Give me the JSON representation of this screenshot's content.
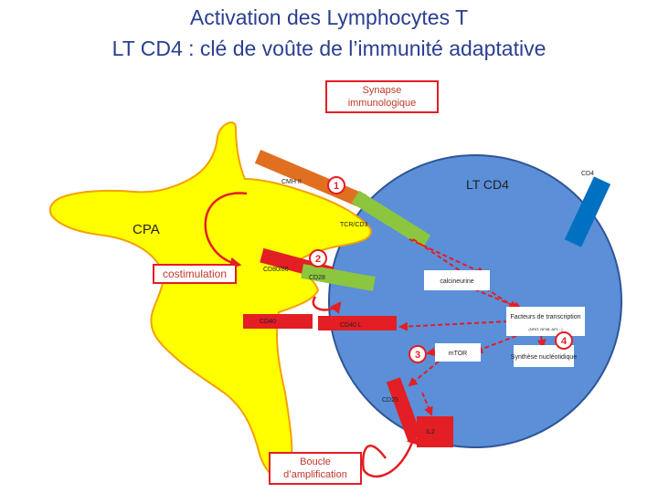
{
  "title": {
    "line1": "Activation des Lymphocytes T",
    "line2": "LT CD4 : clé de voûte de l’immunité adaptative"
  },
  "boxes": {
    "synapse": "Synapse immunologique",
    "costimulation": "costimulation",
    "boucle": "Boucle d’amplification"
  },
  "cells": {
    "cpa": "CPA",
    "lt": "LT CD4",
    "cd4": "CD4"
  },
  "molecules": {
    "cmh": "CMH II",
    "tcr": "TCR/CD3",
    "cd80": "CD80/86",
    "cd28": "CD28",
    "cd40": "CD40",
    "cd40l": "CD40 L",
    "cd25": "CD25",
    "il2": "IL2"
  },
  "pathway": {
    "calcineurine": "calcineurine",
    "facteurs": "Facteurs de transcription",
    "facteurs_sub": "(NFAT, NFkB, AP1...)",
    "mtor": "mTOR",
    "synthese": "Synthèse nucléotidique"
  },
  "steps": [
    "1",
    "2",
    "3",
    "4"
  ],
  "colors": {
    "title": "#2a3f8f",
    "cpa_fill": "#ffff00",
    "cpa_stroke": "#f5a000",
    "lt_fill": "#5b8fd8",
    "lt_stroke": "#2f5597",
    "arrow": "#e31e24",
    "cmh": "#e07020",
    "tcr": "#8cc63f",
    "cd4_mol": "#0070c0",
    "red_mol": "#e31e24"
  }
}
